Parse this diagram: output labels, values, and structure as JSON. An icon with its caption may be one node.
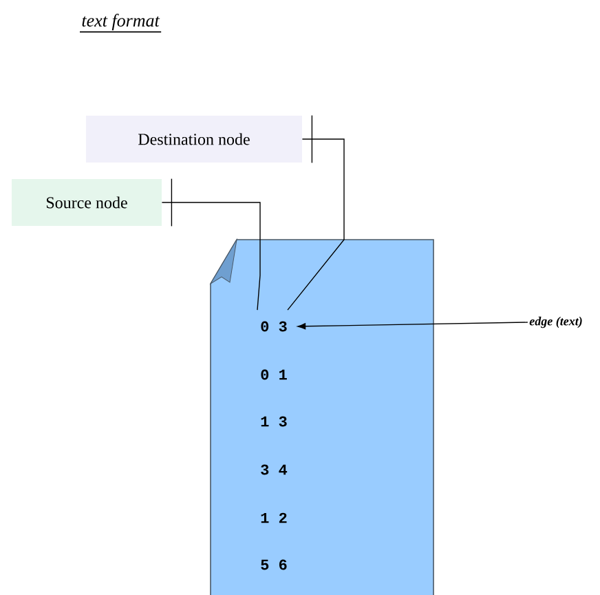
{
  "diagram": {
    "title": "text format",
    "nodes": [
      {
        "text": [
          "Source node"
        ]
      },
      {
        "text": [
          "Destination node"
        ]
      },
      {
        "text": [
          "edge (text)"
        ]
      },
      {
        "text": [],
        "shape": "box"
      },
      {
        "text": [
          "0 3"
        ],
        "in": 3
      },
      {
        "text": [
          "0 1"
        ],
        "in": 3
      },
      {
        "text": [
          "1 3"
        ],
        "in": 3
      },
      {
        "text": [
          "3 4"
        ],
        "in": 3
      },
      {
        "text": [
          "1 2"
        ],
        "in": 3
      },
      {
        "text": [
          "5 6"
        ],
        "in": 3
      }
    ],
    "edges": [
      {
        "from": 0,
        "to": 4,
        "arrow": "none"
      },
      {
        "from": 1,
        "to": 4,
        "arrow": "none"
      },
      {
        "from": 2,
        "to": 4,
        "arrow": "to"
      }
    ]
  }
}
